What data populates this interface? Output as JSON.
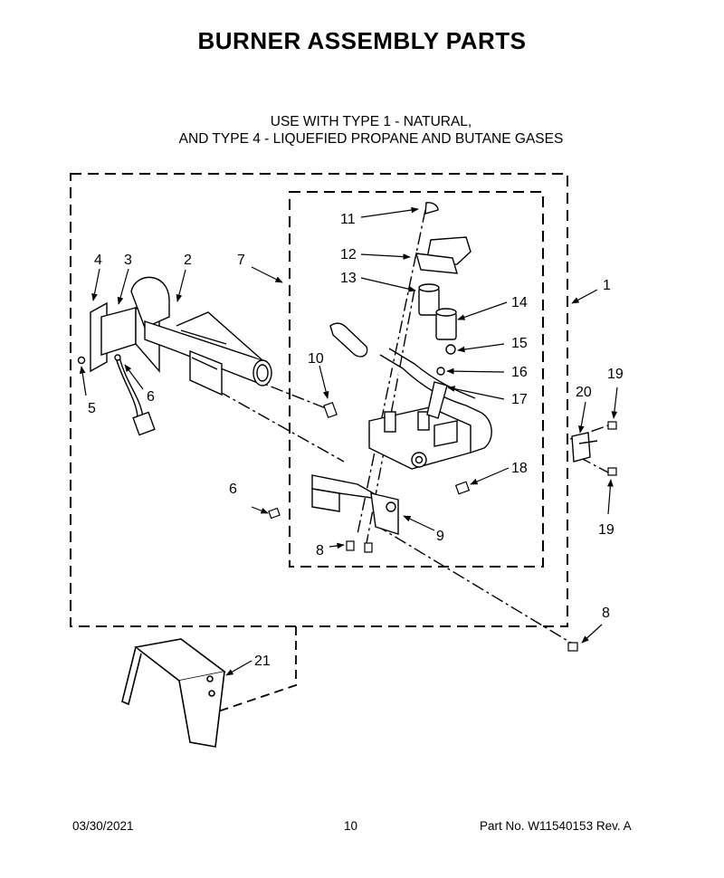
{
  "title": "BURNER ASSEMBLY PARTS",
  "subtitle_line1": "USE WITH TYPE 1 - NATURAL,",
  "subtitle_line2": "AND TYPE 4 - LIQUEFIED PROPANE AND BUTANE GASES",
  "callouts": {
    "c1": "1",
    "c2": "2",
    "c3": "3",
    "c4": "4",
    "c5": "5",
    "c6a": "6",
    "c6b": "6",
    "c7": "7",
    "c8a": "8",
    "c8b": "8",
    "c9": "9",
    "c10": "10",
    "c11": "11",
    "c12": "12",
    "c13": "13",
    "c14": "14",
    "c15": "15",
    "c16": "16",
    "c17": "17",
    "c18": "18",
    "c19a": "19",
    "c19b": "19",
    "c20": "20",
    "c21": "21"
  },
  "footer": {
    "date": "03/30/2021",
    "page": "10",
    "part": "Part No.  W11540153   Rev.  A"
  }
}
